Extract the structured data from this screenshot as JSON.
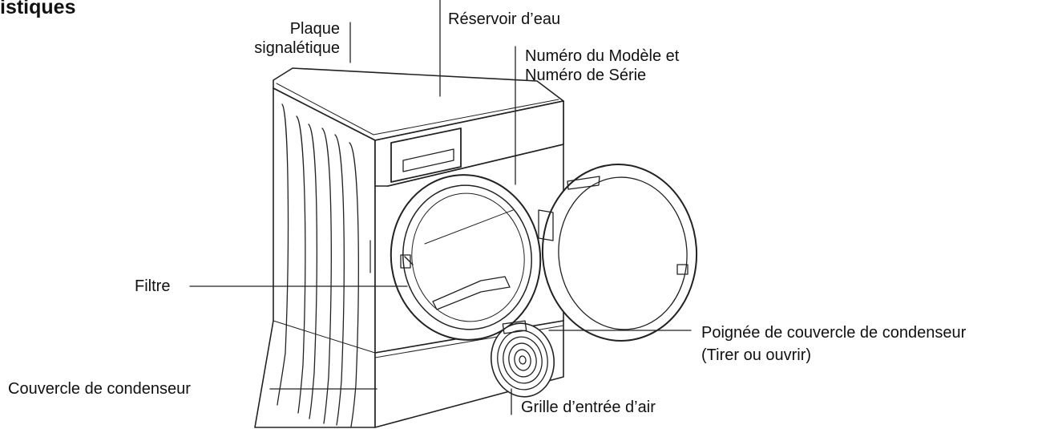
{
  "heading": "istiques",
  "labels": {
    "plaque_line1": "Plaque",
    "plaque_line2": "signalétique",
    "reservoir": "Réservoir d’eau",
    "modele_line1": "Numéro du Modèle et",
    "modele_line2": "Numéro de Série",
    "filtre": "Filtre",
    "poignee_line1": "Poignée de couvercle de condenseur",
    "poignee_line2": "(Tirer ou ouvrir)",
    "couvercle": "Couvercle de condenseur",
    "grille": "Grille d’entrée d’air"
  }
}
